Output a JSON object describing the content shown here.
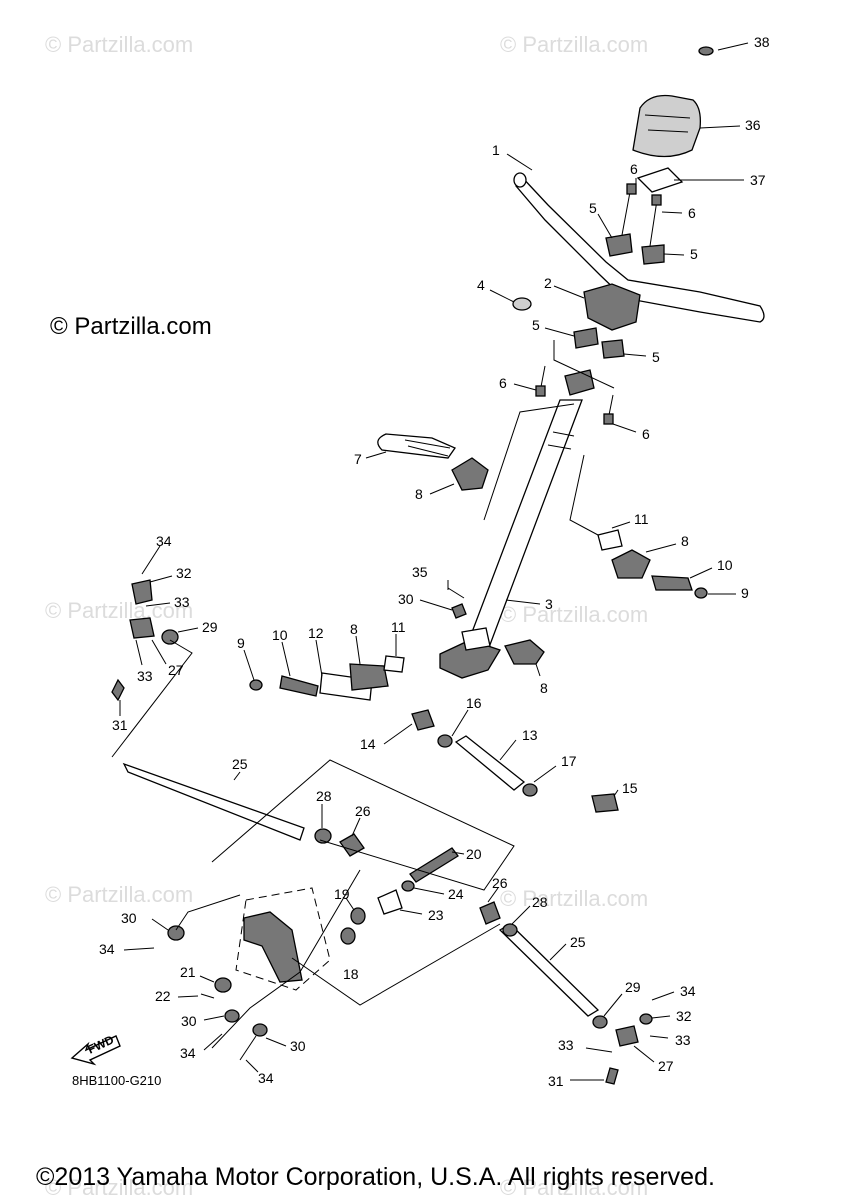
{
  "watermark": "© Partzilla.com",
  "copyright_left": "© Partzilla.com",
  "diagram_code": "8HB1100-G210",
  "fwd_label": "FWD",
  "footer": "©2013 Yamaha Motor Corporation, U.S.A. All rights reserved.",
  "callouts": [
    "1",
    "2",
    "3",
    "4",
    "5",
    "6",
    "7",
    "8",
    "9",
    "10",
    "11",
    "12",
    "13",
    "14",
    "15",
    "16",
    "17",
    "18",
    "19",
    "20",
    "21",
    "22",
    "23",
    "24",
    "25",
    "26",
    "27",
    "28",
    "29",
    "30",
    "31",
    "32",
    "33",
    "34",
    "35",
    "36",
    "37",
    "38"
  ]
}
